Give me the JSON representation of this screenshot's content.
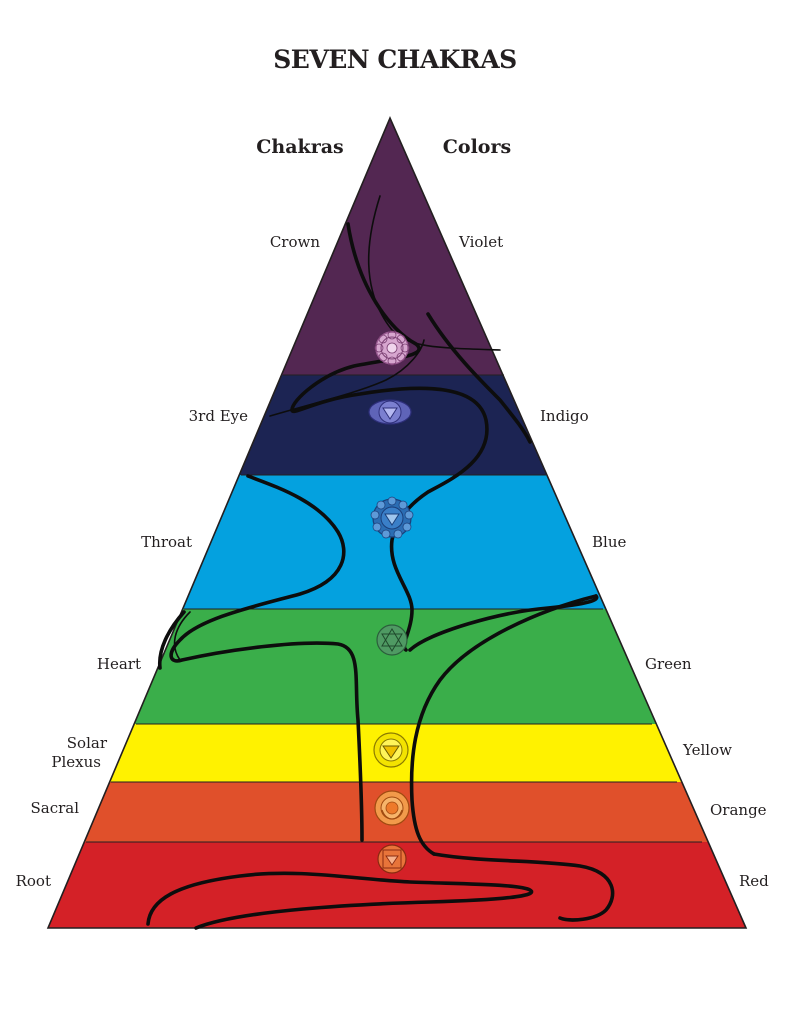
{
  "title": "SEVEN CHAKRAS",
  "headings": {
    "left": "Chakras",
    "right": "Colors"
  },
  "chakras": [
    {
      "name": "Crown",
      "color": "Violet",
      "hex": "#532752",
      "symbol": "crown-lotus-icon",
      "symbol_color": "#c78ac0"
    },
    {
      "name": "3rd Eye",
      "color": "Indigo",
      "hex": "#1c2453",
      "symbol": "third-eye-icon",
      "symbol_color": "#6a6ab8"
    },
    {
      "name": "Throat",
      "color": "Blue",
      "hex": "#04a1df",
      "symbol": "throat-lotus-icon",
      "symbol_color": "#3f79c0"
    },
    {
      "name": "Heart",
      "color": "Green",
      "hex": "#3aae4a",
      "symbol": "heart-lotus-icon",
      "symbol_color": "#5a9a6a"
    },
    {
      "name": "Solar Plexus",
      "name_lines": [
        "Solar",
        "Plexus"
      ],
      "color": "Yellow",
      "hex": "#fff200",
      "symbol": "solar-plexus-icon",
      "symbol_color": "#c8a800"
    },
    {
      "name": "Sacral",
      "color": "Orange",
      "hex": "#e0502b",
      "symbol": "sacral-icon",
      "symbol_color": "#f08a3a"
    },
    {
      "name": "Root",
      "color": "Red",
      "hex": "#d42127",
      "symbol": "root-icon",
      "symbol_color": "#e06a3a"
    }
  ]
}
